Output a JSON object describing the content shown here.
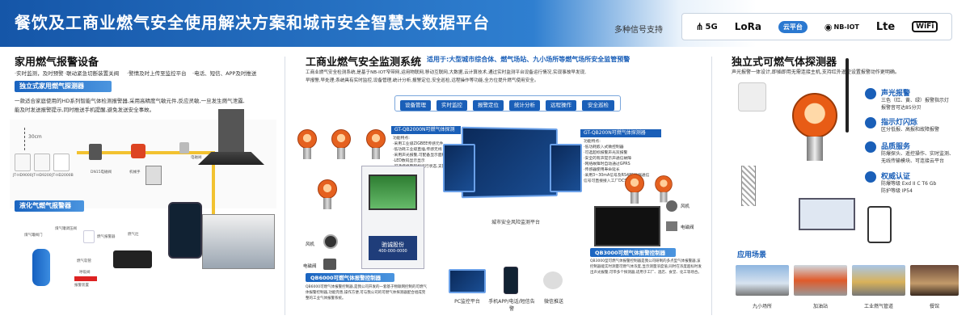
{
  "header": {
    "title": "餐饮及工商业燃气安全使用解决方案和城市安全智慧大数据平台",
    "signal_label": "多种信号支持"
  },
  "logos": [
    {
      "name": "5g-logo",
      "text": "5G"
    },
    {
      "name": "lora-logo",
      "text": "LoRa"
    },
    {
      "name": "cloud-logo",
      "text": "云平台"
    },
    {
      "name": "nbiot-logo",
      "text": "NB-IOT"
    },
    {
      "name": "lte-logo",
      "text": "Lte"
    },
    {
      "name": "wifi-logo",
      "text": "WiFi"
    }
  ],
  "left": {
    "title": "家用燃气报警设备",
    "features": [
      "·实时监测，及时预警",
      "·联动紧急切断装置关阀",
      "·警情及时上传至监控平台",
      "·电话、短信、APP及时推送"
    ],
    "home_bar": "独立式家用燃气探测器",
    "home_desc_1": "一款适合家庭使用的HD系列智能气体检测报警器,采用高精度气敏元件,反应灵敏,一旦发生燃气泄露,",
    "home_desc_2": "能及时发送报警提示,同时推送手机提醒,避免发送安全事故。",
    "dim_label": "30cm",
    "models": [
      "JT-HD9000",
      "JT-HD9200",
      "JT-HD2000B"
    ],
    "valve_label": "DN15电磁阀",
    "manipulator_label": "机械手",
    "solenoid_label": "电磁阀",
    "lpg_bar": "液化气燃气报警器",
    "lpg_labels": {
      "tank_valve": "煤气罐阀门",
      "regulator": "煤气罐调压阀",
      "gas_meter": "燃气报警器",
      "hose": "燃气软管",
      "stove": "燃气灶",
      "breathing": "呼吸阀",
      "pipe": "报警装置"
    }
  },
  "middle": {
    "title": "工商业燃气安全监测系统",
    "subtitle": "适用于:大型城市综合体、燃气场站、九小场所等燃气场所安全监管预警",
    "desc_1": "工商业燃气安全检测系统,是基于NB-IOT窄带网,运用物联网,移动互联网,大数据,云计算技术,通过实时监测平台设备运行情况,实现事故早发现,",
    "desc_2": "早报警,早处理;系统具有实时监控,设备管理,统计分析,报警定位,安全巡检,远程操作等功能,全方位提升燃气使用安全。",
    "tags": [
      "设备管理",
      "实时监控",
      "报警定位",
      "统计分析",
      "远程操作",
      "安全巡检"
    ],
    "box1_title": "GT-QB2000N可燃气体探测器",
    "box1_list": "功能特点:\n·采用工业级ZIGBEE传感元件\n·低功耗工业级直插,传感无线\n·采用声光报警,可配备显示面板\n·LED数码显示显示\n·可选择修整超标运行状态,支持区域",
    "box2_title": "GT-QB200N可燃气体探测器",
    "box2_list": "功能特点:\n·低功耗嵌入式微控制器\n·可选超标报警声光双报警\n·安全的有声提示声通信故障\n·网络故障时自动通过GPRS\n·传感器使用寿命延长\n·采用3~30mA信号及RS485数据通信\n  信号可直接接入工厂DCS系统",
    "platform_label": "城市安全风险监测平台",
    "controller_name": "驰诚股份",
    "controller_tel": "400-000-0000",
    "qb6000_bar": "QB6000可燃气体报警控制器",
    "qb6000_desc": "QB6000可燃气体报警控制器,是我公司开发的一套基于物联网控制的可燃气体报警控制器,功能完善,操作方便,可与我公司的可燃气体探测器配合组成完整的工业气体报警系统。",
    "qb3000_bar": "QB3000可燃气体报警控制器",
    "qb3000_desc": "QB3000型可燃气体报警控制器是我公司研制的多点型气体报警器,该控制器能实时测量可燃气体浓度,显示测量浓度值,同时在浓度超标时发出声光报警,可带多个探测器,适用于工厂、酒店、食堂、化工等场合。",
    "fan_label": "风机",
    "valve2_label": "电磁阀",
    "fan_label_left": "风机",
    "valve_label_left": "电磁阀",
    "outputs": [
      "PC监控平台",
      "手机APP/电话/短信告警",
      "微信推送"
    ]
  },
  "right": {
    "title": "独立式可燃气体探测器",
    "desc": "声光报警一体设计,即插即用无需连接主机,支持红外遥控设置报警动作更明确。",
    "features": [
      {
        "head": "声光报警",
        "body": "三色（红、黄、绿）报警指示灯\n报警音可达85分贝"
      },
      {
        "head": "指示灯闪烁",
        "body": "区分低报、高报和故障报警"
      },
      {
        "head": "品质服务",
        "body": "防爆探头、遥控操作、实时监测、\n无线传输模块、可连接云平台"
      },
      {
        "head": "权威认证",
        "body": "防爆等级 Exd II C T6 Gb\n防护等级 IP54"
      }
    ],
    "apps_title": "应用场景",
    "apps": [
      "九小场所",
      "加油站",
      "工业燃气管道",
      "餐馆"
    ]
  }
}
